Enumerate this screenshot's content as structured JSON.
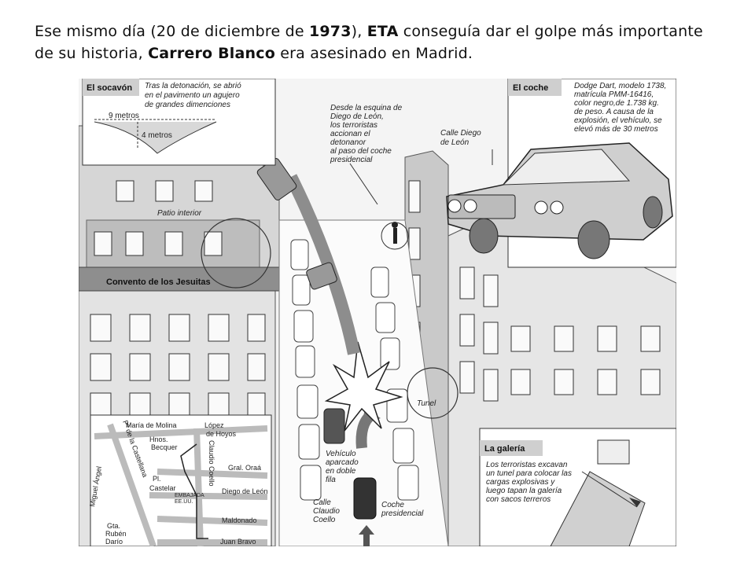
{
  "caption": {
    "line1_a": "Ese mismo día (20 de diciembre de ",
    "line1_year": "1973",
    "line1_b": "), ",
    "line1_eta": "ETA",
    "line1_c": " conseguía dar el golpe más importante",
    "line2_a": "de su historia, ",
    "line2_name": "Carrero Blanco",
    "line2_b": " era asesinado en Madrid."
  },
  "illustration": {
    "socavon_title": "El socavón",
    "socavon_text": [
      "Tras la detonación, se abrió",
      "en el pavimento un agujero",
      "de grandes dimenciones"
    ],
    "socavon_width": "9 metros",
    "socavon_depth": "4 metros",
    "patio_label": "Patio interior",
    "convent_label": "Convento de los Jesuitas",
    "terrorists_note": [
      "Desde la esquina de",
      "Diego de León,",
      "los terroristas",
      "accionan el",
      "detonanor",
      "al paso del coche",
      "presidencial"
    ],
    "calle_diego": [
      "Calle Diego",
      "de León"
    ],
    "coche_title": "El coche",
    "coche_text": [
      "Dodge Dart, modelo 1738,",
      "matrícula PMM-16416,",
      "color negro,de 1.738 kg.",
      "de peso. A causa de la",
      "explosión, el vehículo, se",
      "elevó más de 30 metros"
    ],
    "tunel_label": "Tunel",
    "vehiculo_label": [
      "Vehículo",
      "aparcado",
      "en doble",
      "fila"
    ],
    "calle_claudio": [
      "Calle",
      "Claudio",
      "Coello"
    ],
    "coche_presidencial": [
      "Coche",
      "presidencial"
    ],
    "galeria_title": "La galería",
    "galeria_text": [
      "Los terroristas excavan",
      "un tunel para colocar las",
      "cargas explosivas y",
      "luego tapan la galería",
      "con sacos terreros"
    ],
    "map": {
      "maria_molina": "María de Molina",
      "lopez_hoyos": [
        "López",
        "de Hoyos"
      ],
      "castellana": "Pº de la Castellana",
      "hnos_becquer": [
        "Hnos.",
        "Becquer"
      ],
      "claudio_coello": "Claudio Coello",
      "gral_oraa": "Gral. Oraá",
      "pl_castelar": [
        "Pl.",
        "Castelar"
      ],
      "miguel_angel": "Miguel Ángel",
      "embajada": [
        "EMBAJADA",
        "EE.UU."
      ],
      "diego_leon": "Diego de León",
      "maldonado": "Maldonado",
      "gta_ruben": [
        "Gta.",
        "Rubén",
        "Darío"
      ],
      "juan_bravo": "Juan Bravo"
    }
  }
}
